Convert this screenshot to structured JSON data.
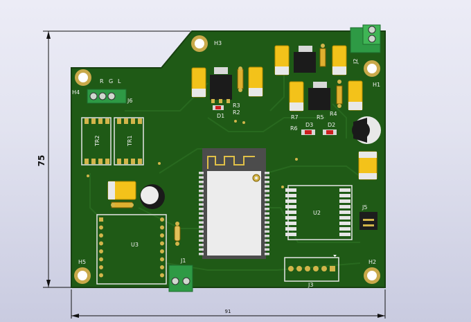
{
  "dimensions": {
    "height_label": "75",
    "width_label": "91"
  },
  "colors": {
    "board": "#1f5a16",
    "board_edge": "#173f10",
    "silk": "#f2f2f2",
    "pad": "#d2b54a",
    "cap_yellow": "#f3c21a",
    "terminal_green": "#2e9a45"
  },
  "designators": {
    "h1": "H1",
    "h2": "H2",
    "h3": "H3",
    "h4": "H4",
    "h5": "H5",
    "j1": "J1",
    "j2": "J2",
    "j3": "J3",
    "j5": "J5",
    "j6": "J6",
    "u2": "U2",
    "u3": "U3",
    "tr1": "TR1",
    "tr2": "TR2",
    "d1": "D1",
    "d2": "D2",
    "d3": "D3",
    "r2": "R2",
    "r3": "R3",
    "r4": "R4",
    "r5": "R5",
    "r6": "R6",
    "r7": "R7"
  },
  "rgb_labels": {
    "r": "R",
    "g": "G",
    "l": "L"
  }
}
